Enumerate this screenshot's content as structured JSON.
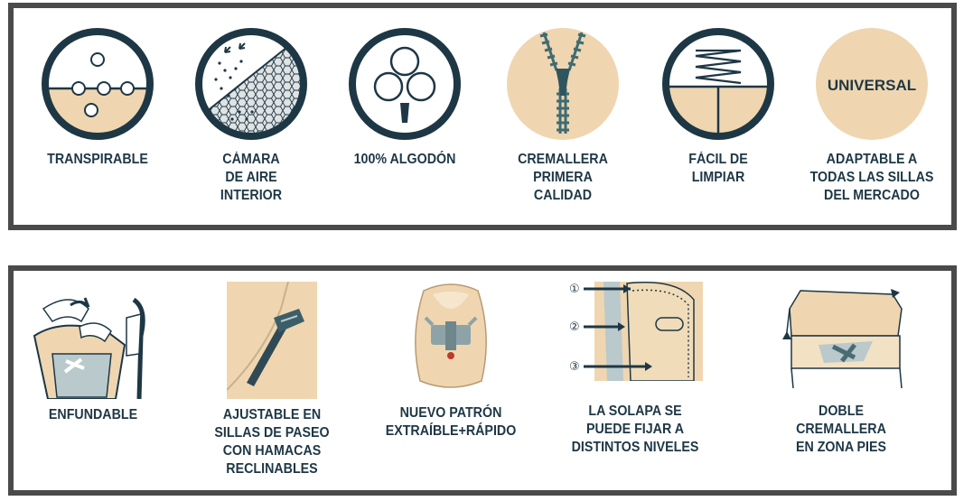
{
  "colors": {
    "navy": "#1e3745",
    "beige": "#efd6b0",
    "border": "#4a4a4a"
  },
  "top_features": [
    {
      "icon": "breathable-icon",
      "label": "TRANSPIRABLE"
    },
    {
      "icon": "air-chamber-icon",
      "label": "CÁMARA\nDE AIRE\nINTERIOR"
    },
    {
      "icon": "cotton-icon",
      "label": "100% ALGODÓN"
    },
    {
      "icon": "zipper-icon",
      "label": "CREMALLERA\nPRIMERA\nCALIDAD"
    },
    {
      "icon": "spring-icon",
      "label": "FÁCIL DE\nLIMPIAR"
    },
    {
      "icon": "universal-icon",
      "label": "ADAPTABLE A\nTODAS LAS SILLAS\nDEL MERCADO",
      "badge": "UNIVERSAL"
    }
  ],
  "bottom_features": [
    {
      "icon": "cover-fitting-illustration",
      "label": "ENFUNDABLE"
    },
    {
      "icon": "stroller-strap-illustration",
      "label": "AJUSTABLE EN\nSILLAS DE PASEO\nCON HAMACAS\nRECLINABLES"
    },
    {
      "icon": "seat-pattern-illustration",
      "label": "NUEVO PATRÓN\nEXTRAÍBLE+RÁPIDO"
    },
    {
      "icon": "flap-levels-illustration",
      "label": "LA SOLAPA SE\nPUEDE FIJAR A\nDISTINTOS NIVELES",
      "markers": [
        "①",
        "②",
        "③"
      ]
    },
    {
      "icon": "double-zipper-illustration",
      "label": "DOBLE\nCREMALLERA\nEN ZONA PIES"
    }
  ]
}
